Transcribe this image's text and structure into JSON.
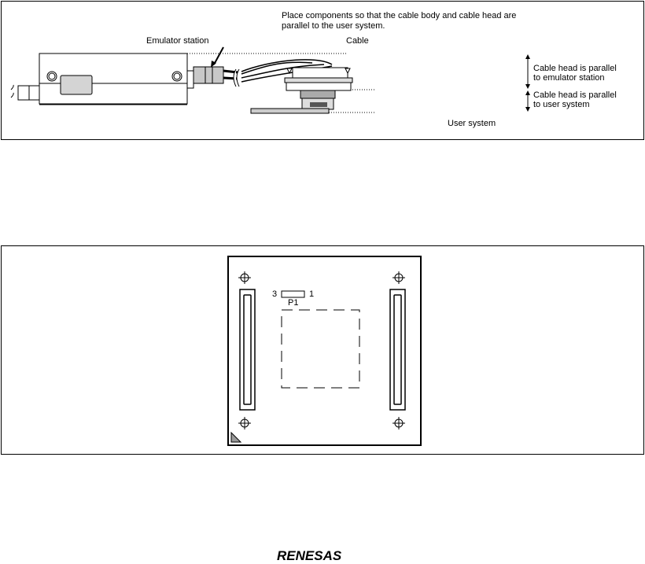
{
  "figure1": {
    "instruction": "Place components so that the cable body and cable head are",
    "instruction_line2": "parallel to the user system.",
    "emulator_label": "Emulator station",
    "cable_label": "Cable",
    "user_system_label": "User system",
    "note_emulator_line1": "Cable head is parallel",
    "note_emulator_line2": "to emulator station",
    "note_user_line1": "Cable head is parallel",
    "note_user_line2": "to user system"
  },
  "figure2": {
    "pin_left": "3",
    "pin_right": "1",
    "connector_label": "P1"
  },
  "footer": {
    "logo": "RENESAS"
  }
}
